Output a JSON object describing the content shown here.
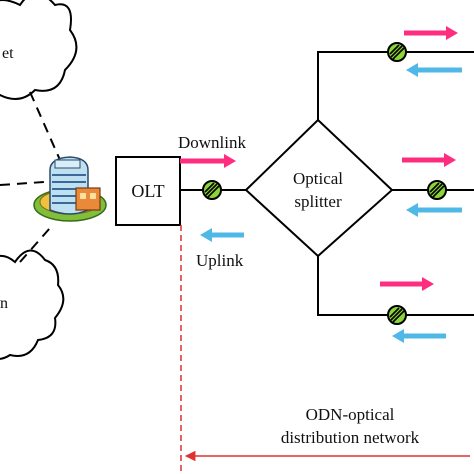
{
  "labels": {
    "cloud_top_partial": "et",
    "cloud_bottom_partial": "n",
    "olt": "OLT",
    "downlink": "Downlink",
    "uplink": "Uplink",
    "splitter_line1": "Optical",
    "splitter_line2": "splitter",
    "odn_line1": "ODN-optical",
    "odn_line2": "distribution network"
  },
  "colors": {
    "downlink_arrow": "#ff2d7f",
    "uplink_arrow": "#4fb8e6",
    "connector_fill": "#8bd43a",
    "odn_dashed": "#e03030",
    "line": "#000000"
  },
  "icons": [
    "cloud-icon",
    "building-icon",
    "connector-icon",
    "arrow-right-icon",
    "arrow-left-icon"
  ]
}
